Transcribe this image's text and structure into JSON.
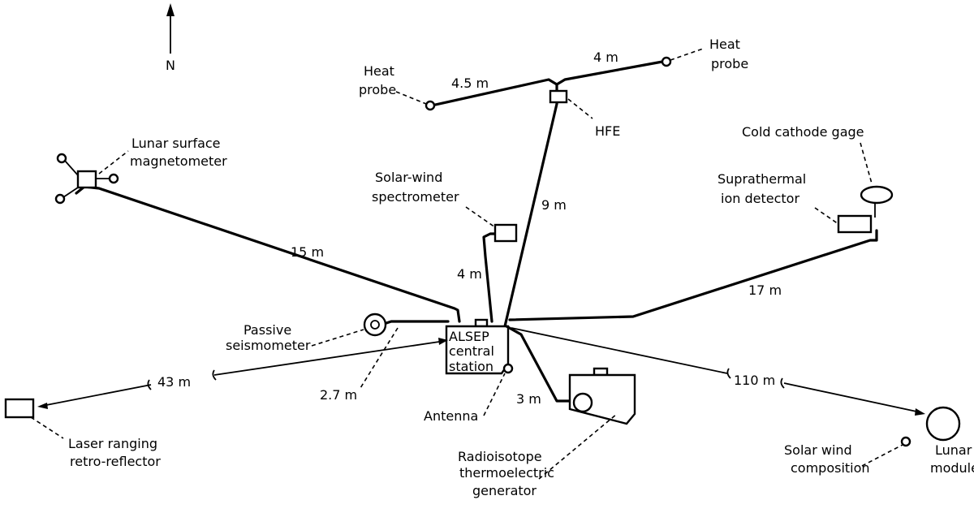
{
  "north": "N",
  "labels": {
    "heat_probe_left_1": "Heat",
    "heat_probe_left_2": "probe",
    "heat_probe_right_1": "Heat",
    "heat_probe_right_2": "probe",
    "hfe": "HFE",
    "magnetometer_1": "Lunar surface",
    "magnetometer_2": "magnetometer",
    "solar_wind_spec_1": "Solar-wind",
    "solar_wind_spec_2": "spectrometer",
    "cold_cathode": "Cold cathode gage",
    "suprathermal_1": "Suprathermal",
    "suprathermal_2": "ion detector",
    "passive_seis_1": "Passive",
    "passive_seis_2": "seismometer",
    "central_1": "ALSEP",
    "central_2": "central",
    "central_3": "station",
    "antenna": "Antenna",
    "rtg_1": "Radioisotope",
    "rtg_2": "thermoelectric",
    "rtg_3": "generator",
    "laser_1": "Laser ranging",
    "laser_2": "retro-reflector",
    "swc_1": "Solar wind",
    "swc_2": "composition",
    "lm_1": "Lunar",
    "lm_2": "module"
  },
  "distances": {
    "heat_left": "4.5 m",
    "heat_right": "4 m",
    "hfe": "9 m",
    "magnetometer": "15 m",
    "spectrometer": "4 m",
    "suprathermal": "17 m",
    "seismometer": "2.7 m",
    "laser": "43 m",
    "rtg": "3 m",
    "lunar_module": "110 m"
  }
}
